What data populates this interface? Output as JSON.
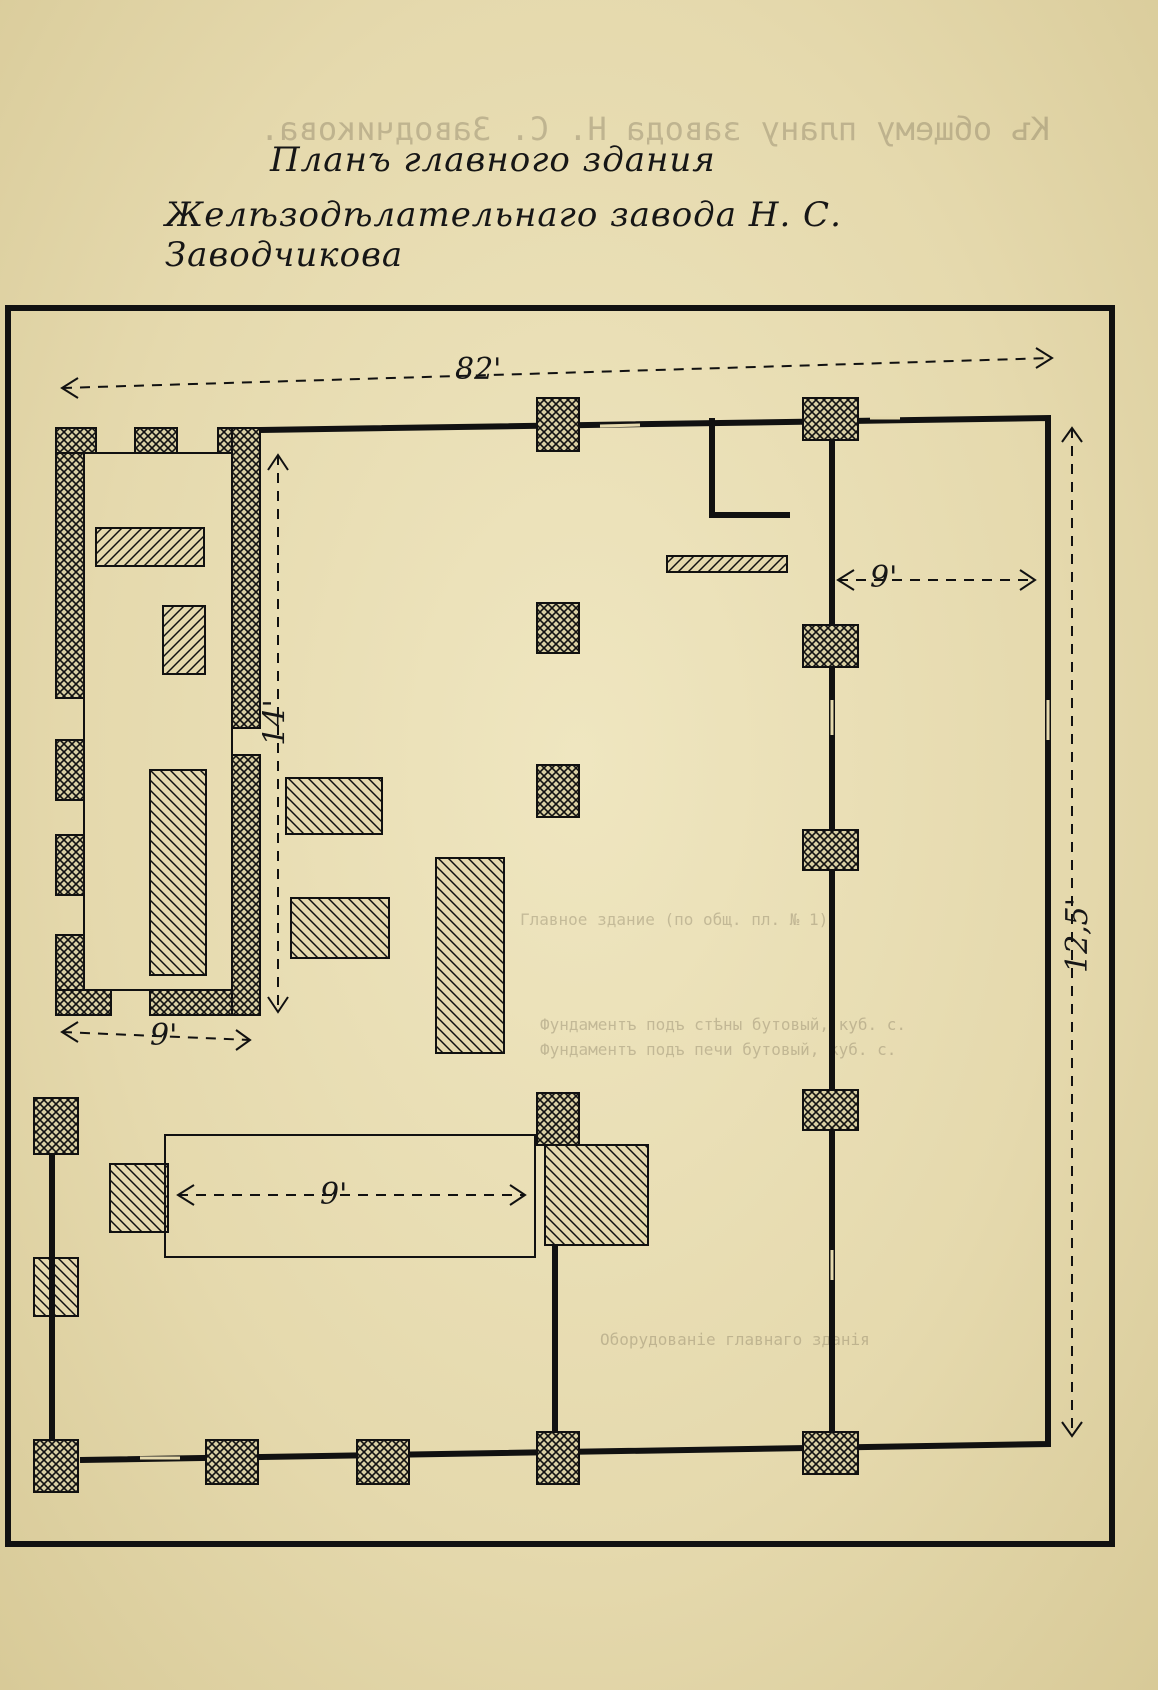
{
  "page": {
    "title": "Планъ главного здания",
    "subtitle": "Желѣзодѣлательнаго завода Н. С. Заводчикова",
    "dimensions": {
      "top": "82'",
      "bottom": "9'",
      "left_vertical": "14'",
      "left_bottom": "9'",
      "right_vertical": "12,5'",
      "inner_right": "9'"
    }
  },
  "bleed_text": {
    "header": "Къ общему плану завода Н. С. Заводчикова.",
    "rows": [
      "Главное здание (по общ. пл. № 1)",
      "Фундаментъ подъ стѣны бутовый, куб. с.",
      "Фундаментъ подъ печи бутовый, куб. с.",
      "Оборудованіе главнаго зданія"
    ]
  }
}
